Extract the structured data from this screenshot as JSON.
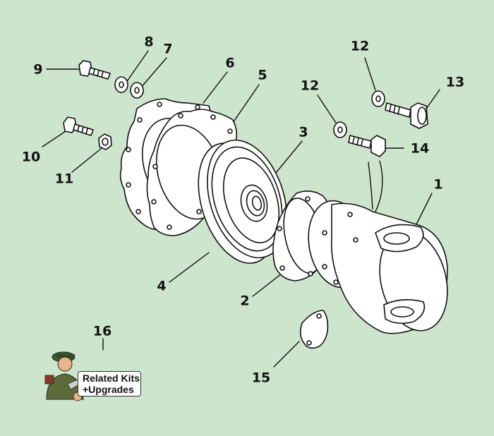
{
  "colors": {
    "background": "#cde5cc",
    "line": "#111111",
    "part_fill": "#ffffff"
  },
  "callouts": {
    "c1": "1",
    "c2": "2",
    "c3": "3",
    "c4": "4",
    "c5": "5",
    "c6": "6",
    "c7": "7",
    "c8": "8",
    "c9": "9",
    "c10": "10",
    "c11": "11",
    "c12a": "12",
    "c12b": "12",
    "c13": "13",
    "c14": "14",
    "c15": "15",
    "c16": "16"
  },
  "kit_button": {
    "line1": "Related Kits",
    "line2": "+Upgrades",
    "icon": "mechanic-icon"
  }
}
